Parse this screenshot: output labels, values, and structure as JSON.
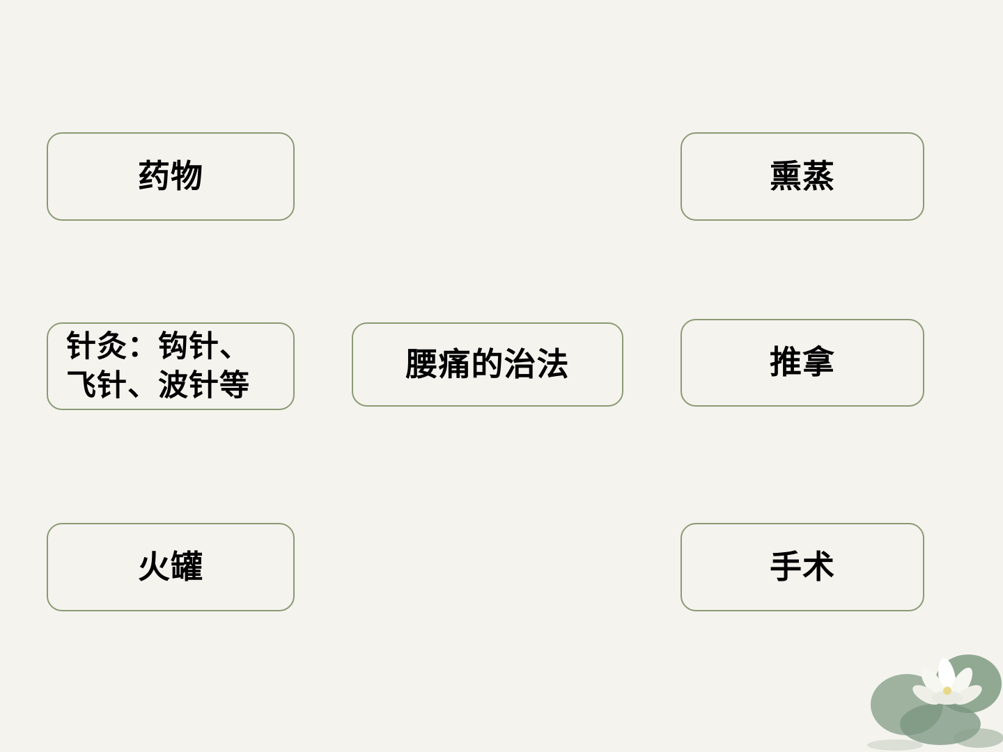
{
  "center": {
    "label": "腰痛的治法"
  },
  "left": [
    {
      "label": "药物"
    },
    {
      "label": "针灸：钩针、飞针、波针等"
    },
    {
      "label": "火罐"
    }
  ],
  "right": [
    {
      "label": "熏蒸"
    },
    {
      "label": "推拿"
    },
    {
      "label": "手术"
    }
  ],
  "colors": {
    "background": "#f4f3ee",
    "border": "#8a9a72",
    "text": "#000000"
  },
  "decoration": "lotus-flower"
}
